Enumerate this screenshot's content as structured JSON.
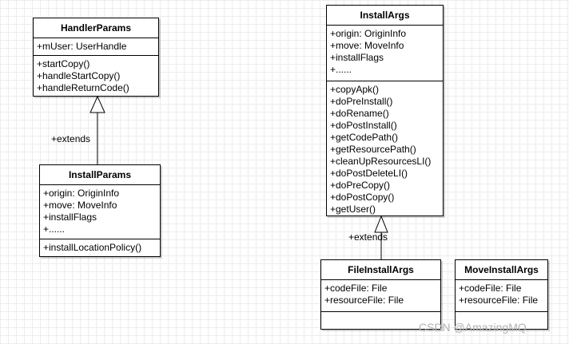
{
  "classes": {
    "handler_params": {
      "name": "HandlerParams",
      "attributes": [
        "+mUser: UserHandle"
      ],
      "operations": [
        "+startCopy()",
        "+handleStartCopy()",
        "+handleReturnCode()"
      ]
    },
    "install_params": {
      "name": "InstallParams",
      "attributes": [
        "+origin: OriginInfo",
        "+move: MoveInfo",
        "+installFlags",
        "+......"
      ],
      "operations": [
        "+installLocationPolicy()"
      ]
    },
    "install_args": {
      "name": "InstallArgs",
      "attributes": [
        "+origin: OriginInfo",
        "+move: MoveInfo",
        "+installFlags",
        "+......"
      ],
      "operations": [
        "+copyApk()",
        "+doPreInstall()",
        "+doRename()",
        "+doPostInstall()",
        "+getCodePath()",
        "+getResourcePath()",
        "+cleanUpResourcesLI()",
        "+doPostDeleteLI()",
        "+doPreCopy()",
        "+doPostCopy()",
        "+getUser()"
      ]
    },
    "file_install_args": {
      "name": "FileInstallArgs",
      "attributes": [
        "+codeFile: File",
        "+resourceFile: File"
      ],
      "operations": []
    },
    "move_install_args": {
      "name": "MoveInstallArgs",
      "attributes": [
        "+codeFile: File",
        "+resourceFile: File"
      ],
      "operations": []
    }
  },
  "relations": {
    "extends_label_left": "+extends",
    "extends_label_right": "+extends"
  },
  "watermark": "CSDN @AmazingMQ"
}
